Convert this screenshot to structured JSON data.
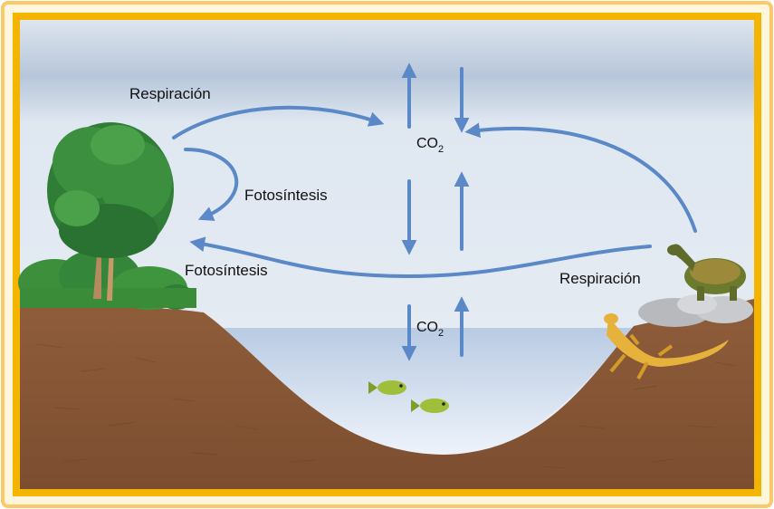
{
  "labels": {
    "respiration_left": "Respiración",
    "photosynthesis_upper": "Fotosíntesis",
    "photosynthesis_lower": "Fotosíntesis",
    "respiration_right": "Respiración",
    "co2_air_main": "CO",
    "co2_air_sub": "2",
    "co2_water_main": "CO",
    "co2_water_sub": "2"
  },
  "colors": {
    "frame": "#f7b500",
    "sky_band": "#b9c8db",
    "sky": "#e6ecf3",
    "water": "#c9d7ea",
    "soil": "#8b5a38",
    "arrow": "#5b88c6",
    "foliage": "#2f7d36"
  },
  "icons": [
    "tree-icon",
    "shrub-icon",
    "turtle-icon",
    "lizard-icon",
    "fish-icon",
    "rock-icon"
  ]
}
